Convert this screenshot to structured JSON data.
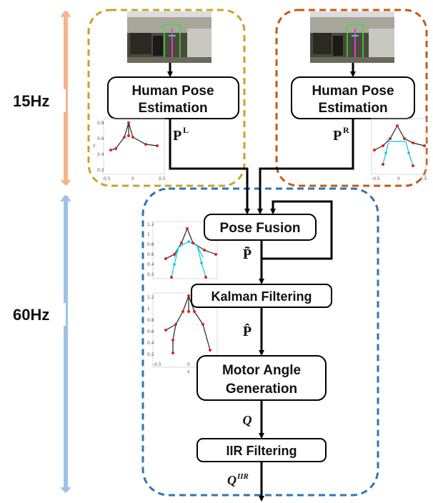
{
  "colors": {
    "rate_15hz": "#f2b58c",
    "rate_60hz": "#9dc3e6",
    "left_camera_group": "#c9a227",
    "right_camera_group": "#c55a11",
    "processing_group": "#2e75b6",
    "joint": "#e02020",
    "skeleton_fused": "#00c8e0"
  },
  "rates": {
    "top": "15Hz",
    "bottom": "60Hz"
  },
  "camera_left": {
    "box_line1": "Human Pose",
    "box_line2": "Estimation",
    "output_symbol": "P",
    "output_superscript": "L"
  },
  "camera_right": {
    "box_line1": "Human Pose",
    "box_line2": "Estimation",
    "output_symbol": "P",
    "output_superscript": "R"
  },
  "pipeline": {
    "pose_fusion": "Pose Fusion",
    "pose_fusion_output": "P̃",
    "kalman_filtering": "Kalman Filtering",
    "kalman_output": "P̂",
    "motor_line1": "Motor Angle",
    "motor_line2": "Generation",
    "motor_output": "Q",
    "iir_filtering": "IIR Filtering",
    "iir_output_symbol": "Q",
    "iir_output_superscript": "IIR"
  },
  "plot_ticks": {
    "y": [
      "0.2",
      "0.4",
      "0.6",
      "0.8",
      "1",
      "1.2"
    ],
    "x": [
      "-0.5",
      "0",
      "0.5"
    ],
    "y_axis_label": "y",
    "x_axis_label": "x"
  },
  "icons": [
    "camera-frame-image",
    "pose-plot",
    "arrow-down-icon"
  ]
}
